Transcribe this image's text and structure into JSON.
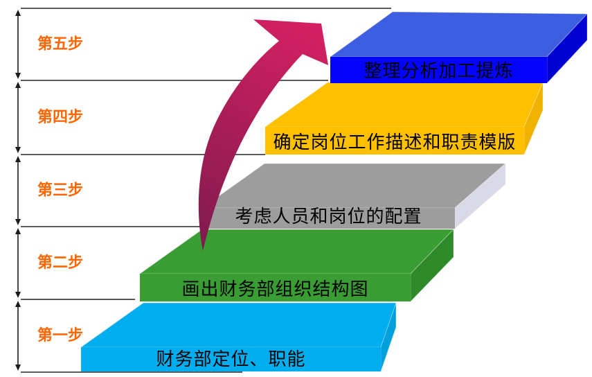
{
  "diagram": {
    "axis_label_color": "#FF6600",
    "task_text_color": "#000000",
    "guide_line_color": "#5A5A5A",
    "measure_arrow_color": "#1A1A1A",
    "arrow": {
      "name": "curved-up-arrow",
      "color_tail": "#7C1A4C",
      "color_head": "#D42062"
    },
    "steps": [
      {
        "step_label": "第一步",
        "task": "财务部定位、职能",
        "front_color": "#00AEEF",
        "top_color": "#00AEEF",
        "side_color": "#00A0DC"
      },
      {
        "step_label": "第二步",
        "task": "画出财务部组织结构图",
        "front_color": "#3A9D34",
        "top_color": "#3A9D34",
        "side_color": "#2E8A29"
      },
      {
        "step_label": "第三步",
        "task": "考虑人员和岗位的配置",
        "front_color": "#9D9D9D",
        "top_color": "#9D9D9D",
        "side_color": "#D9D9E8"
      },
      {
        "step_label": "第四步",
        "task": "确定岗位工作描述和职责模版",
        "front_color": "#FFC000",
        "top_color": "#FFC000",
        "side_color": "#F0B200"
      },
      {
        "step_label": "第五步",
        "task": "整理分析加工提炼",
        "front_color": "#0404FC",
        "top_color": "#3D5EE0",
        "side_color": "#0000D0"
      }
    ]
  }
}
